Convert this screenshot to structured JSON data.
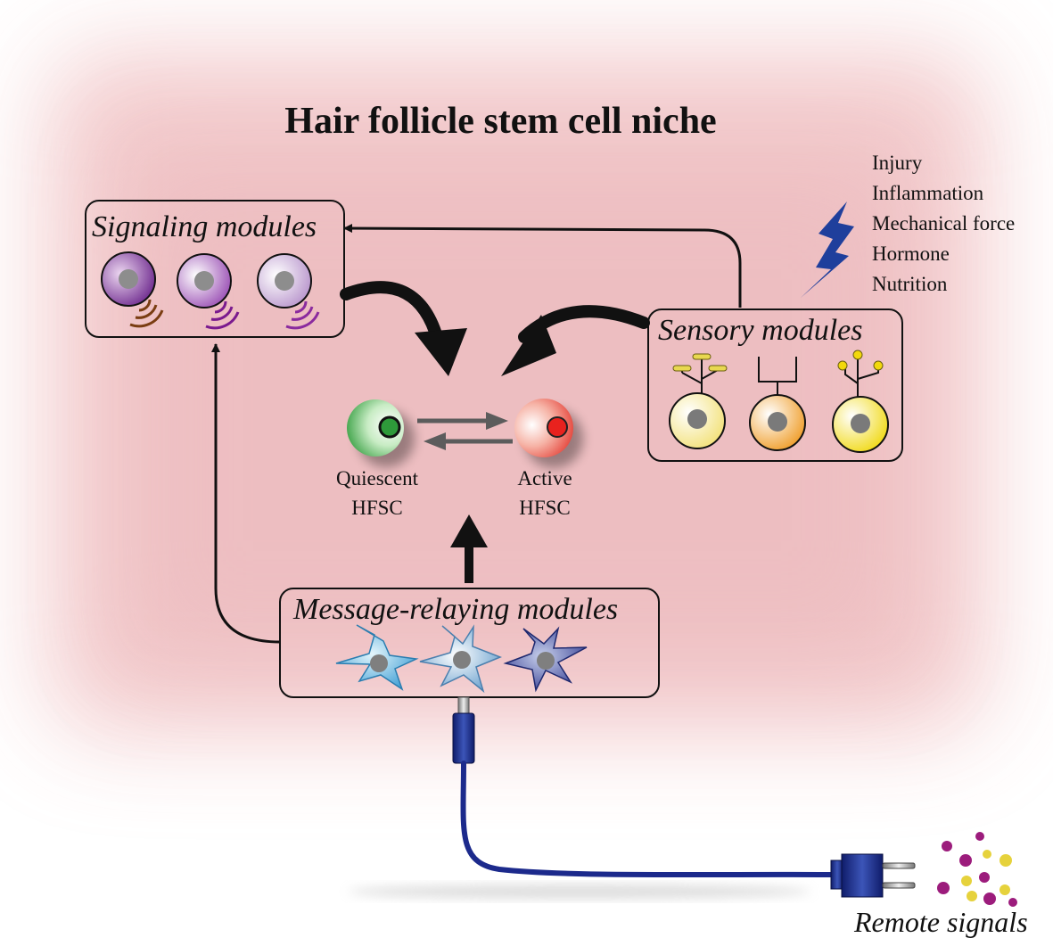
{
  "title": "Hair follicle stem cell niche",
  "stressors": [
    "Injury",
    "Inflammation",
    "Mechanical force",
    "Hormone",
    "Nutrition"
  ],
  "modules": {
    "signaling": "Signaling modules",
    "sensory": "Sensory modules",
    "message_relaying": "Message-relaying modules"
  },
  "cells": {
    "quiescent": {
      "line1": "Quiescent",
      "line2": "HFSC"
    },
    "active": {
      "line1": "Active",
      "line2": "HFSC"
    }
  },
  "remote_signals": "Remote signals",
  "colors": {
    "background_tint": "#f0c8c8",
    "quiescent": "#2e9a3a",
    "active": "#e23128",
    "bolt": "#1f3f9c",
    "cable": "#1c2a8c",
    "remote_purple": "#9c1c7c",
    "remote_yellow": "#e6d23c"
  }
}
